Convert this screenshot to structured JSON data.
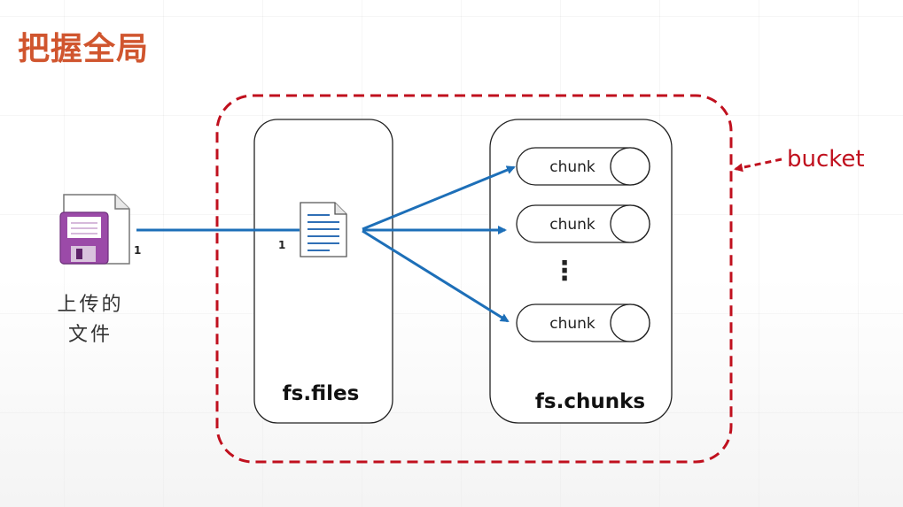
{
  "title": "把握全局",
  "upload_file_label": "上传的\n文件",
  "edge_label_source": "1",
  "edge_label_target": "1",
  "fs_files_label": "fs.files",
  "fs_chunks_label": "fs.chunks",
  "chunk_labels": [
    "chunk",
    "chunk",
    "chunk"
  ],
  "ellipsis": "⋮",
  "bucket_label": "bucket",
  "colors": {
    "title": "#d0552e",
    "bucket": "#c0101e",
    "arrow": "#1d6fb8",
    "icon_purple": "#9b4aa8"
  },
  "icons": [
    "floppy-file-icon",
    "document-icon"
  ]
}
